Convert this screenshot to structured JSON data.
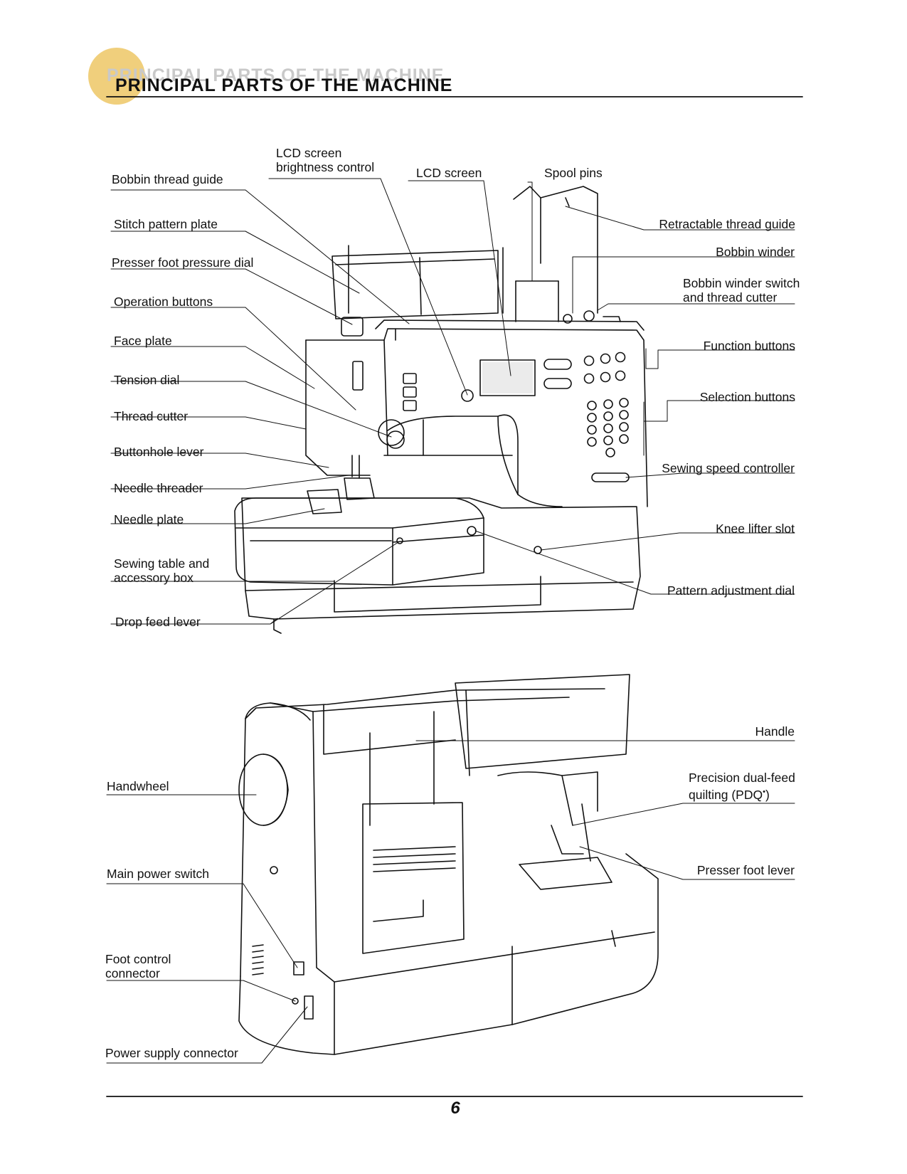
{
  "header": {
    "title": "PRINCIPAL PARTS OF THE MACHINE",
    "title_shadow": "PRINCIPAL PARTS OF THE MACHINE",
    "accent_color": "#f0cf7c"
  },
  "top_diagram": {
    "left_labels": {
      "bobbin_thread_guide": "Bobbin thread guide",
      "stitch_pattern_plate": "Stitch pattern plate",
      "presser_foot_pressure_dial": "Presser foot pressure dial",
      "operation_buttons": "Operation buttons",
      "face_plate": "Face plate",
      "tension_dial": "Tension dial",
      "thread_cutter": "Thread cutter",
      "buttonhole_lever": "Buttonhole lever",
      "needle_threader": "Needle threader",
      "needle_plate": "Needle plate",
      "sewing_table_line1": "Sewing table and",
      "sewing_table_line2": "accessory box",
      "drop_feed_lever": "Drop feed lever"
    },
    "top_labels": {
      "lcd_brightness_line1": "LCD screen",
      "lcd_brightness_line2": "brightness control",
      "lcd_screen": "LCD screen",
      "spool_pins": "Spool pins"
    },
    "right_labels": {
      "retractable_thread_guide": "Retractable thread guide",
      "bobbin_winder": "Bobbin winder",
      "bobbin_winder_switch_line1": "Bobbin winder switch",
      "bobbin_winder_switch_line2": "and thread cutter",
      "function_buttons": "Function buttons",
      "selection_buttons": "Selection buttons",
      "sewing_speed_controller": "Sewing speed controller",
      "knee_lifter_slot": "Knee lifter slot",
      "pattern_adjustment_dial": "Pattern adjustment dial"
    }
  },
  "bottom_diagram": {
    "left_labels": {
      "handwheel": "Handwheel",
      "main_power_switch": "Main power switch",
      "foot_control_line1": "Foot control",
      "foot_control_line2": "connector",
      "power_supply_connector": "Power supply connector"
    },
    "right_labels": {
      "handle": "Handle",
      "pdq_line1": "Precision dual-feed",
      "pdq_line2": "quilting (PDQ",
      "pdq_reg": "•",
      "pdq_close": ")",
      "presser_foot_lever": "Presser foot lever"
    }
  },
  "footer": {
    "page_number": "6"
  }
}
